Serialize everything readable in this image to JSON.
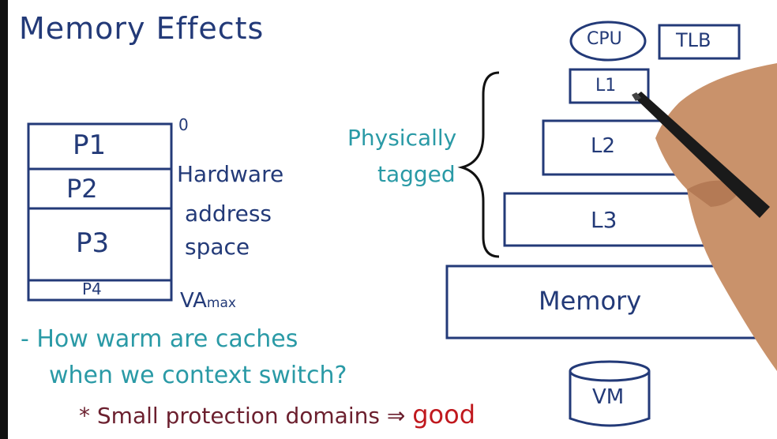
{
  "title": "Memory Effects",
  "address_space": {
    "partitions": [
      "P1",
      "P2",
      "P3",
      "P4"
    ],
    "top_marker": "0",
    "side_label_lines": [
      "Hardware",
      "address",
      "space"
    ],
    "bottom_label": "VA",
    "bottom_label_sub": "max"
  },
  "hierarchy": {
    "cpu": "CPU",
    "tlb": "TLB",
    "levels": [
      "L1",
      "L2",
      "L3"
    ],
    "memory": "Memory",
    "vm": "VM",
    "brace_label_lines": [
      "Physically",
      "tagged"
    ]
  },
  "notes": {
    "question_lines": [
      "- How warm are caches",
      "when we context switch?"
    ],
    "point": "* Small protection domains",
    "arrow": "⇒",
    "result": "good"
  },
  "colors": {
    "ink": "#233a78",
    "teal": "#2a9aa6",
    "maroon": "#6b1f2e",
    "red": "#c0191e",
    "skin": "#c9926b"
  },
  "icons": [
    "hand-holding-pen-icon"
  ]
}
